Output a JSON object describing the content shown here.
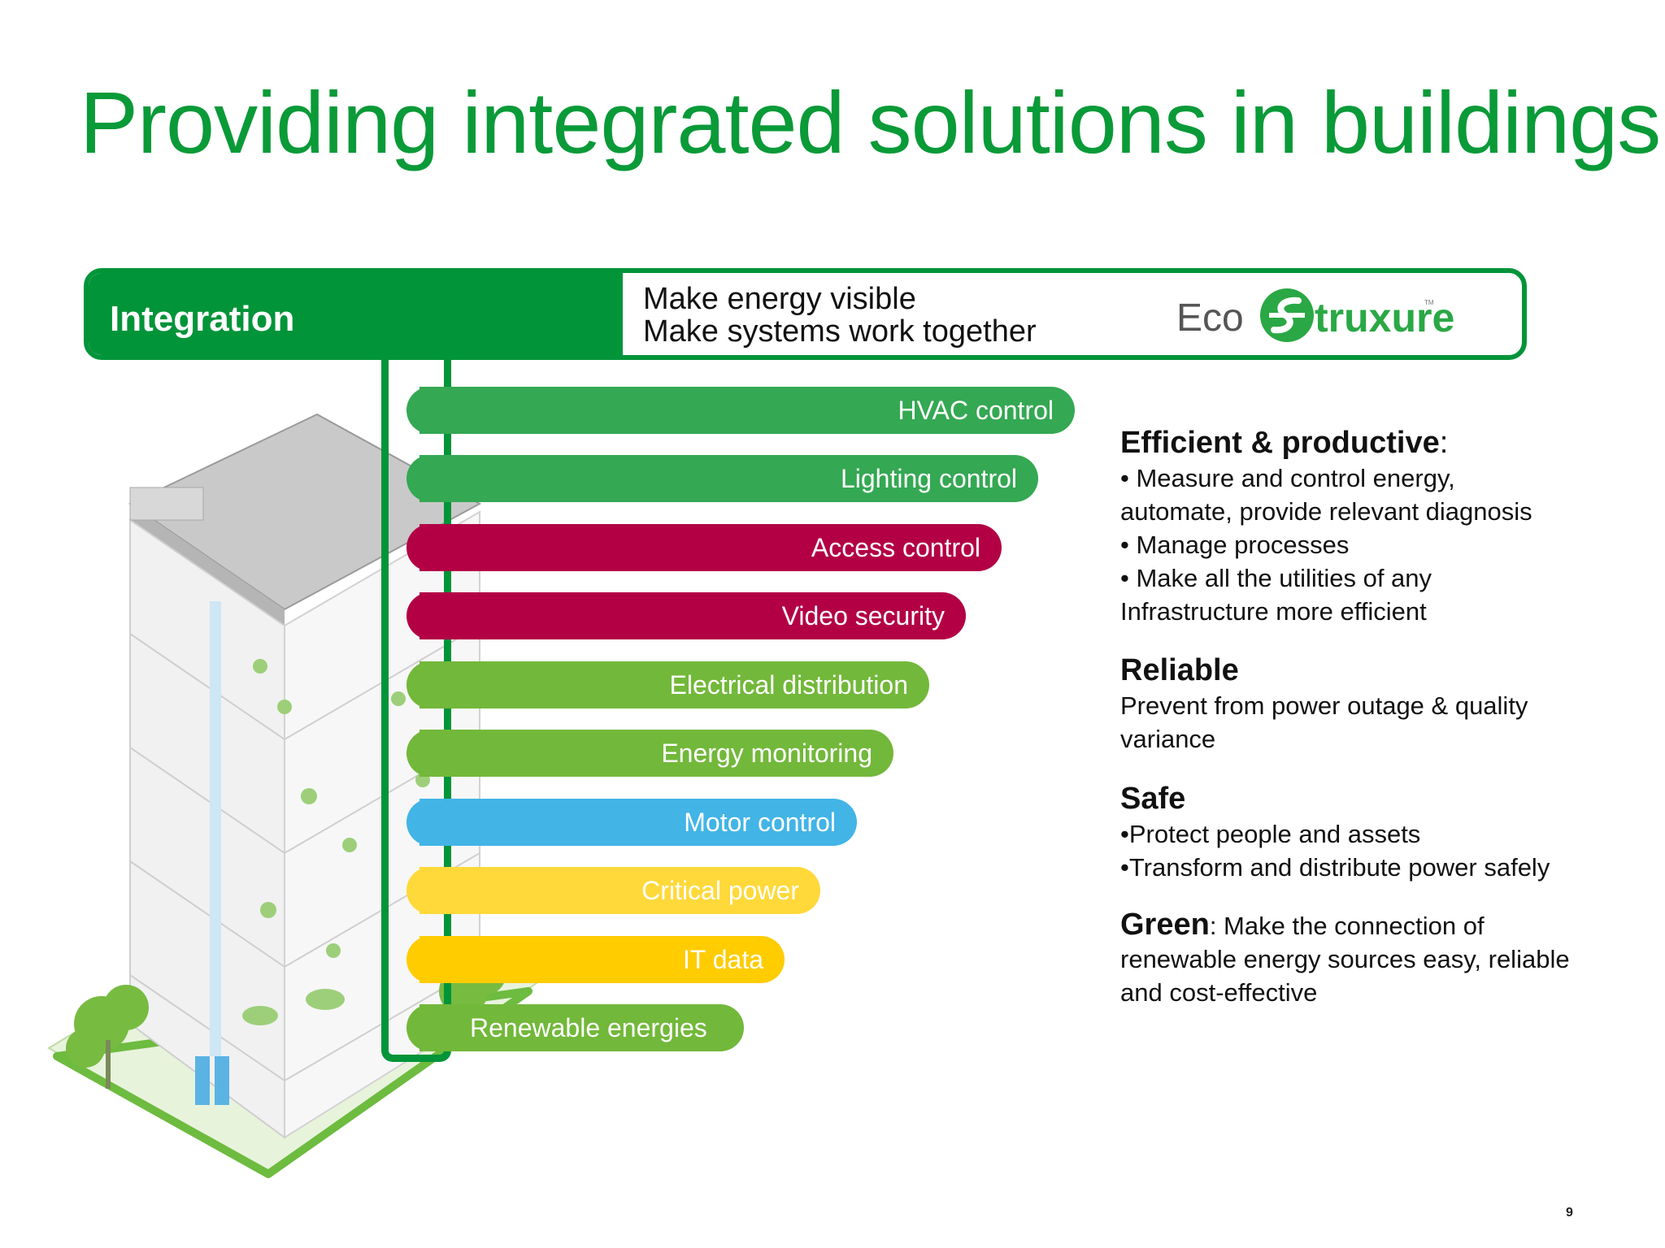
{
  "title": "Providing integrated solutions in buildings",
  "header": {
    "integration_label": "Integration",
    "line1": "Make energy visible",
    "line2": "Make systems work together",
    "logo_text_left": "Eco",
    "logo_text_right": "truxure",
    "logo_tm": "TM"
  },
  "pills": [
    {
      "label": "HVAC control",
      "color": "#34a853"
    },
    {
      "label": "Lighting control",
      "color": "#34a853"
    },
    {
      "label": "Access control",
      "color": "#b30045"
    },
    {
      "label": "Video security",
      "color": "#b30045"
    },
    {
      "label": "Electrical distribution",
      "color": "#72b83a"
    },
    {
      "label": "Energy monitoring",
      "color": "#72b83a"
    },
    {
      "label": "Motor control",
      "color": "#42b4e6"
    },
    {
      "label": "Critical power",
      "color": "#ffd93a"
    },
    {
      "label": "IT data",
      "color": "#ffcc00"
    },
    {
      "label": "Renewable energies",
      "color": "#72b83a"
    }
  ],
  "sections": {
    "efficient": {
      "heading": "Efficient & productive",
      "colon": ":",
      "lines": [
        "• Measure and control energy,",
        "automate, provide relevant diagnosis",
        "• Manage processes",
        "• Make all the utilities of any",
        "Infrastructure more efficient"
      ]
    },
    "reliable": {
      "heading": "Reliable",
      "lines": [
        "Prevent from power outage & quality",
        "variance"
      ]
    },
    "safe": {
      "heading": "Safe",
      "lines": [
        "•Protect people and assets",
        "•Transform and distribute power safely"
      ]
    },
    "green": {
      "heading": "Green",
      "text_first": ": Make the connection of",
      "lines": [
        "renewable energy sources easy, reliable",
        "and cost-effective"
      ]
    }
  },
  "page_number": "9",
  "colors": {
    "brand_green": "#029439",
    "title_green": "#0a9a38"
  }
}
